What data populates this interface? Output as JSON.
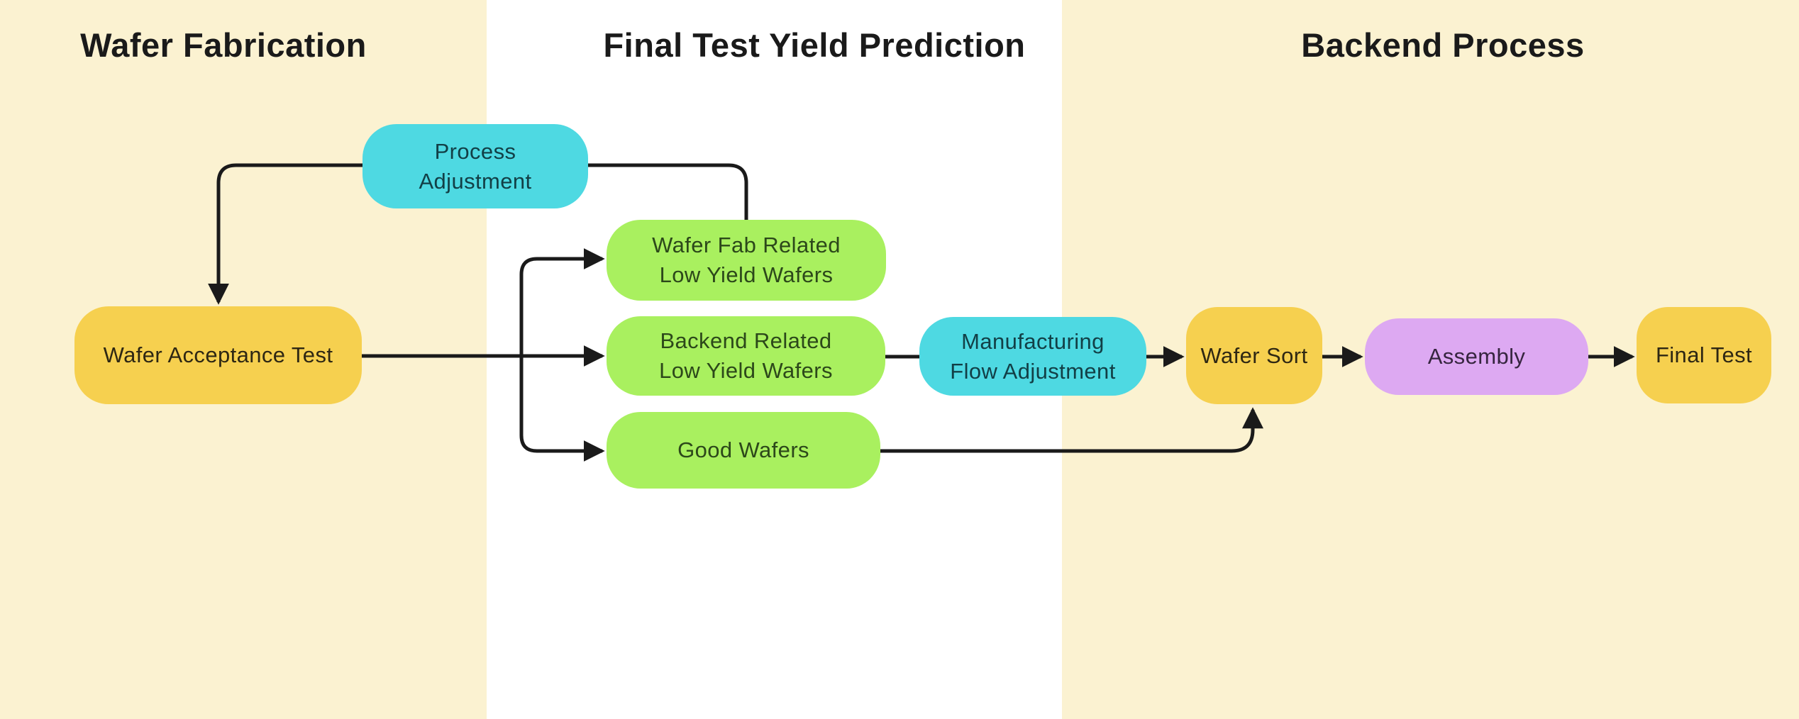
{
  "diagram": {
    "type": "flowchart",
    "sections": [
      {
        "id": "wafer-fabrication",
        "title": "Wafer Fabrication",
        "background": "#FBF2D1"
      },
      {
        "id": "final-test-yield-prediction",
        "title": "Final Test Yield Prediction",
        "background": "#FFFFFF"
      },
      {
        "id": "backend-process",
        "title": "Backend Process",
        "background": "#FBF2D1"
      }
    ],
    "nodes": {
      "process_adjustment": {
        "label": "Process\nAdjustment",
        "fill": "#4ED9E2",
        "section": "wafer-fabrication"
      },
      "wafer_acceptance_test": {
        "label": "Wafer Acceptance Test",
        "fill": "#F6D04F",
        "section": "wafer-fabrication"
      },
      "wafer_fab_related": {
        "label": "Wafer Fab Related\nLow Yield Wafers",
        "fill": "#A9F05F",
        "section": "final-test-yield-prediction"
      },
      "backend_related": {
        "label": "Backend Related\nLow Yield Wafers",
        "fill": "#A9F05F",
        "section": "final-test-yield-prediction"
      },
      "good_wafers": {
        "label": "Good Wafers",
        "fill": "#A9F05F",
        "section": "final-test-yield-prediction"
      },
      "manufacturing_flow_adjustment": {
        "label": "Manufacturing\nFlow Adjustment",
        "fill": "#4ED9E2",
        "section": "final-test-yield-prediction"
      },
      "wafer_sort": {
        "label": "Wafer Sort",
        "fill": "#F6D04F",
        "section": "backend-process"
      },
      "assembly": {
        "label": "Assembly",
        "fill": "#DDA9F2",
        "section": "backend-process"
      },
      "final_test": {
        "label": "Final Test",
        "fill": "#F6D04F",
        "section": "backend-process"
      }
    },
    "edges": [
      {
        "from": "wafer_fab_related",
        "to": "process_adjustment",
        "arrowhead": false
      },
      {
        "from": "process_adjustment",
        "to": "wafer_acceptance_test",
        "arrowhead": true
      },
      {
        "from": "wafer_acceptance_test",
        "to": "wafer_fab_related",
        "arrowhead": true
      },
      {
        "from": "wafer_acceptance_test",
        "to": "backend_related",
        "arrowhead": true
      },
      {
        "from": "wafer_acceptance_test",
        "to": "good_wafers",
        "arrowhead": true
      },
      {
        "from": "backend_related",
        "to": "manufacturing_flow_adjustment",
        "arrowhead": false
      },
      {
        "from": "manufacturing_flow_adjustment",
        "to": "wafer_sort",
        "arrowhead": true
      },
      {
        "from": "good_wafers",
        "to": "wafer_sort",
        "arrowhead": true
      },
      {
        "from": "wafer_sort",
        "to": "assembly",
        "arrowhead": true
      },
      {
        "from": "assembly",
        "to": "final_test",
        "arrowhead": true
      }
    ],
    "colors": {
      "section_band_cream": "#FBF2D1",
      "section_band_white": "#FFFFFF",
      "edge_line": "#1A1A1A",
      "title_text": "#1A1A1A",
      "node_yellow": "#F6D04F",
      "node_green": "#A9F05F",
      "node_cyan": "#4ED9E2",
      "node_purple": "#DDA9F2"
    }
  }
}
